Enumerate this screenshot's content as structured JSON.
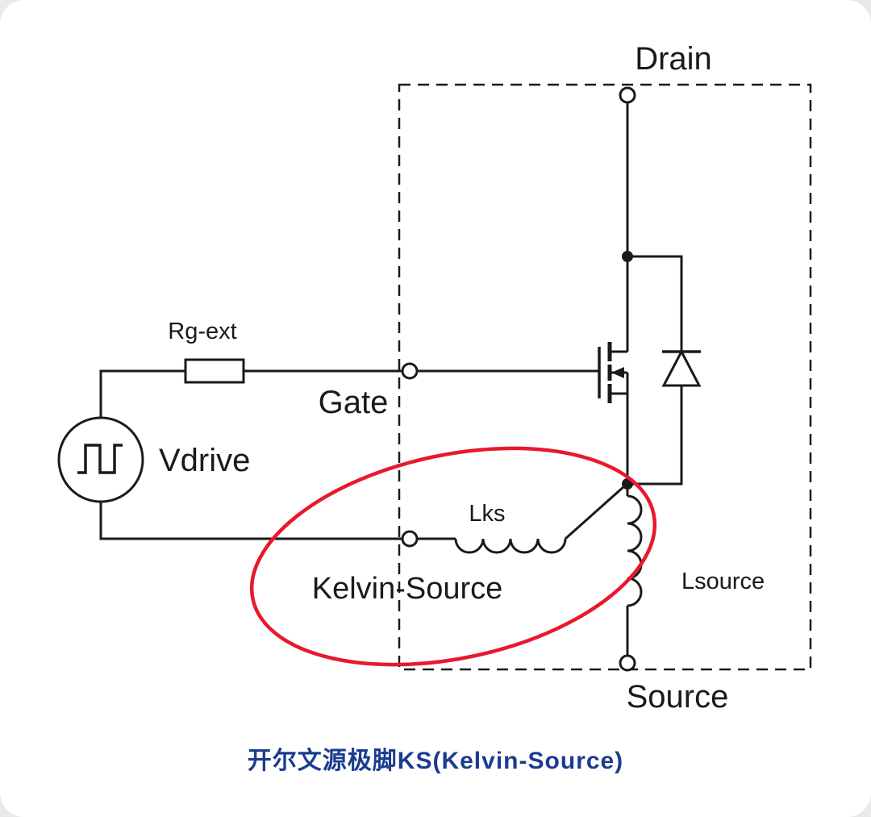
{
  "labels": {
    "drain": "Drain",
    "gate": "Gate",
    "source": "Source",
    "kelvin_source": "Kelvin-Source",
    "vdrive": "Vdrive",
    "rg_ext": "Rg-ext",
    "lks": "Lks",
    "lsource": "Lsource"
  },
  "caption": "开尔文源极脚KS(Kelvin-Source)",
  "colors": {
    "line": "#1a1a1a",
    "highlight_ellipse": "#e8192c",
    "caption_text": "#1b3c8f",
    "background": "#ffffff"
  }
}
